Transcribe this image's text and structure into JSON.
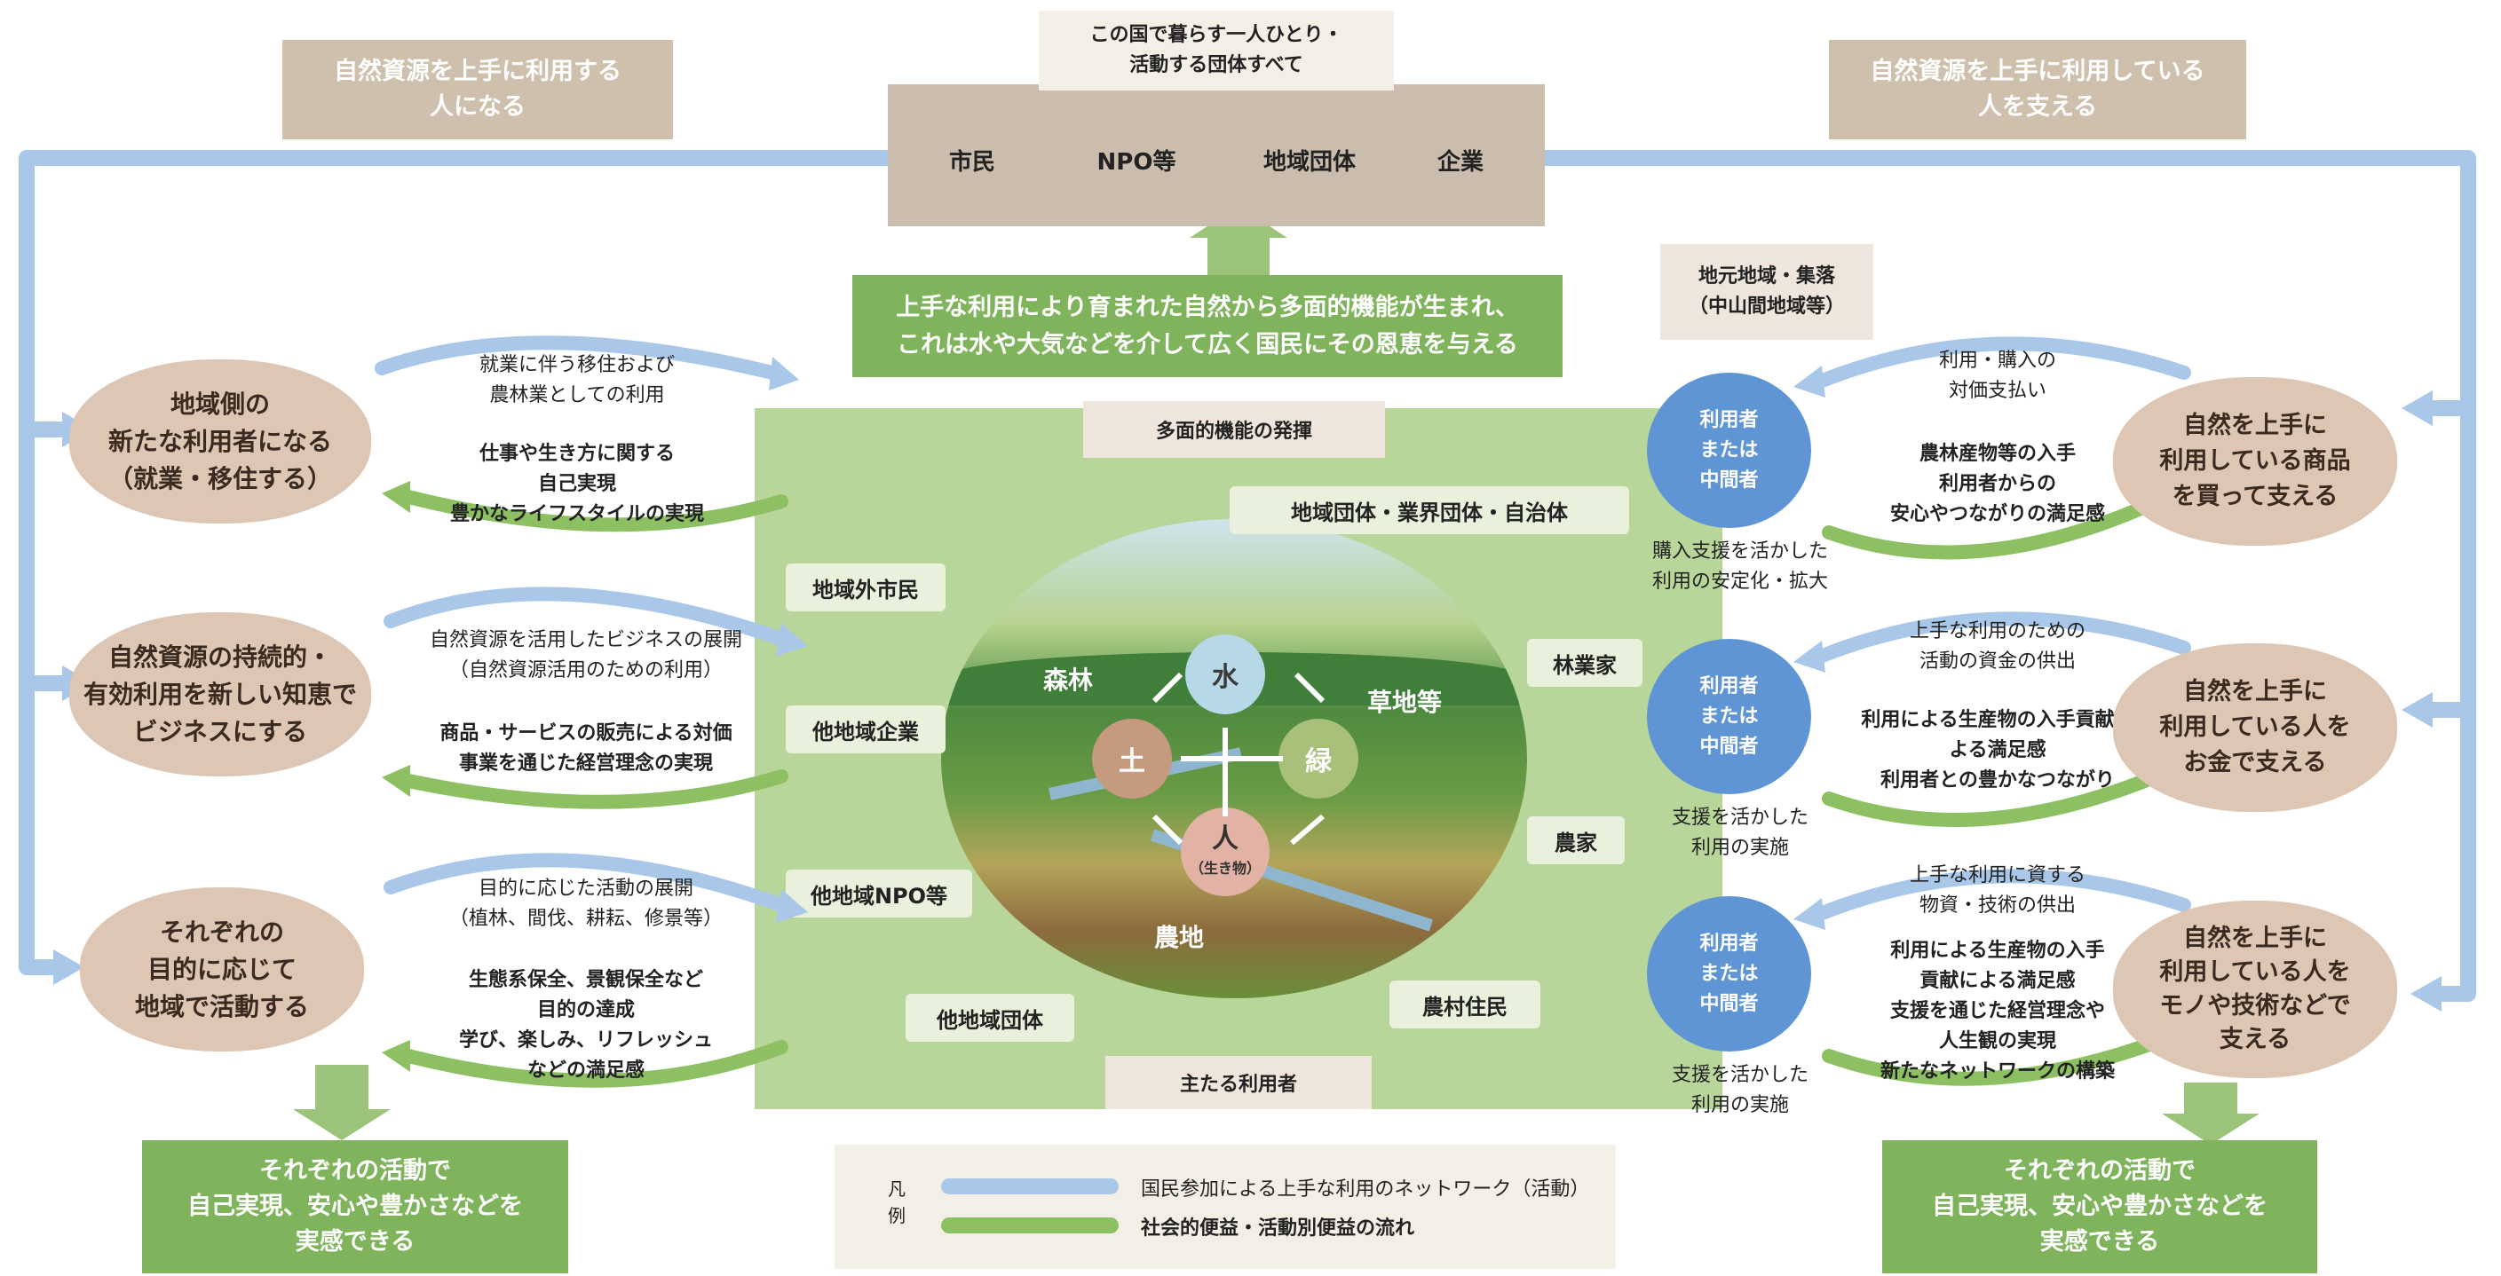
{
  "top": {
    "caption": "この国で暮らす一人ひとり・\n活動する団体すべて",
    "members": [
      "市民",
      "NPO等",
      "地域団体",
      "企業"
    ]
  },
  "corner_left": "自然資源を上手に利用する\n人になる",
  "corner_right": "自然資源を上手に利用している\n人を支える",
  "multifunction_banner": "上手な利用により育まれた自然から多面的機能が生まれ、\nこれは水や大気などを介して広く国民にその恩恵を与える",
  "multifunction_label": "多面的機能の発揮",
  "main_users_label": "主たる利用者",
  "local_area": "地元地域・集落\n（中山間地域等）",
  "center": {
    "actors": [
      "地域団体・業界団体・自治体",
      "地域外市民",
      "他地域企業",
      "他地域NPO等",
      "他地域団体",
      "林業家",
      "農家",
      "農村住民"
    ],
    "elements": {
      "water": "水",
      "soil": "土",
      "green": "緑",
      "human": "人",
      "human_sub": "（生き物）"
    },
    "land": {
      "forest": "森林",
      "grassland": "草地等",
      "farmland": "農地"
    }
  },
  "left": [
    {
      "bubble": "地域側の\n新たな利用者になる\n（就業・移住する）",
      "flow_top": "就業に伴う移住および\n農林業としての利用",
      "benefit": "仕事や生き方に関する\n自己実現\n豊かなライフスタイルの実現"
    },
    {
      "bubble": "自然資源の持続的・\n有効利用を新しい知恵で\nビジネスにする",
      "flow_top": "自然資源を活用したビジネスの展開\n（自然資源活用のための利用）",
      "benefit": "商品・サービスの販売による対価\n事業を通じた経営理念の実現"
    },
    {
      "bubble": "それぞれの\n目的に応じて\n地域で活動する",
      "flow_top": "目的に応じた活動の展開\n（植林、間伐、耕耘、修景等）",
      "benefit": "生態系保全、景観保全など\n目的の達成\n学び、楽しみ、リフレッシュ\nなどの満足感"
    }
  ],
  "right": [
    {
      "bubble": "自然を上手に\n利用している商品\nを買って支える",
      "flow_top": "利用・購入の\n対価支払い",
      "benefit": "農林産物等の入手\n利用者からの\n安心やつながりの満足感",
      "user": "利用者\nまたは\n中間者",
      "support": "購入支援を活かした\n利用の安定化・拡大"
    },
    {
      "bubble": "自然を上手に\n利用している人を\nお金で支える",
      "flow_top": "上手な利用のための\n活動の資金の供出",
      "benefit": "利用による生産物の入手貢献に\nよる満足感\n利用者との豊かなつながり",
      "user": "利用者\nまたは\n中間者",
      "support": "支援を活かした\n利用の実施"
    },
    {
      "bubble": "自然を上手に\n利用している人を\nモノや技術などで\n支える",
      "flow_top": "上手な利用に資する\n物資・技術の供出",
      "benefit": "利用による生産物の入手\n貢献による満足感\n支援を通じた経営理念や\n人生観の実現\n新たなネットワークの構築",
      "user": "利用者\nまたは\n中間者",
      "support": "支援を活かした\n利用の実施"
    }
  ],
  "bottom_left": "それぞれの活動で\n自己実現、安心や豊かさなどを\n実感できる",
  "bottom_right": "それぞれの活動で\n自己実現、安心や豊かさなどを\n実感できる",
  "legend": {
    "title": "凡\n例",
    "items": [
      {
        "label": "国民参加による上手な利用のネットワーク（活動）",
        "color": "#a9c7e8"
      },
      {
        "label": "社会的便益・活動別便益の流れ",
        "color": "#8cc063"
      }
    ]
  },
  "colors": {
    "network_blue": "#a9c7e8",
    "benefit_green": "#8cc063",
    "bubble_tan": "#ddc6b3",
    "user_blue": "#5f95d4"
  }
}
